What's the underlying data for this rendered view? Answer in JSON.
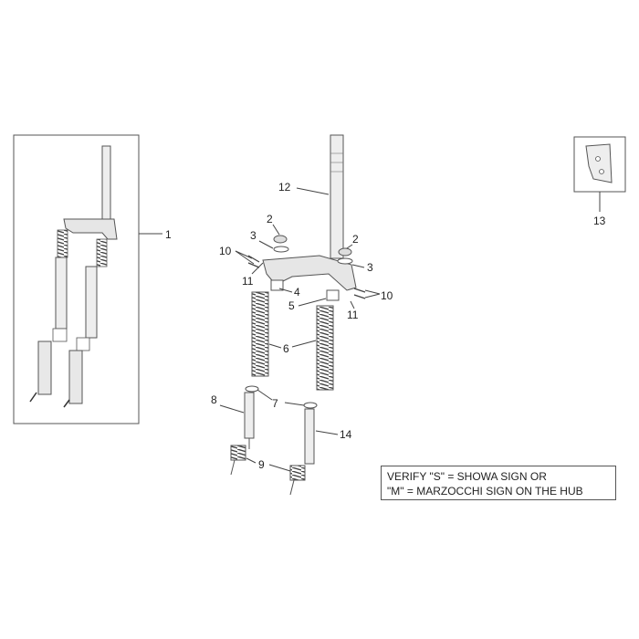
{
  "callouts": {
    "c1": "1",
    "c2a": "2",
    "c2b": "2",
    "c3a": "3",
    "c3b": "3",
    "c4": "4",
    "c5": "5",
    "c6": "6",
    "c7": "7",
    "c8": "8",
    "c9": "9",
    "c10a": "10",
    "c10b": "10",
    "c11a": "11",
    "c11b": "11",
    "c12": "12",
    "c13": "13",
    "c14": "14"
  },
  "note": {
    "line1": "VERIFY \"S\" = SHOWA SIGN OR",
    "line2": "\"M\" = MARZOCCHI SIGN ON THE HUB"
  }
}
